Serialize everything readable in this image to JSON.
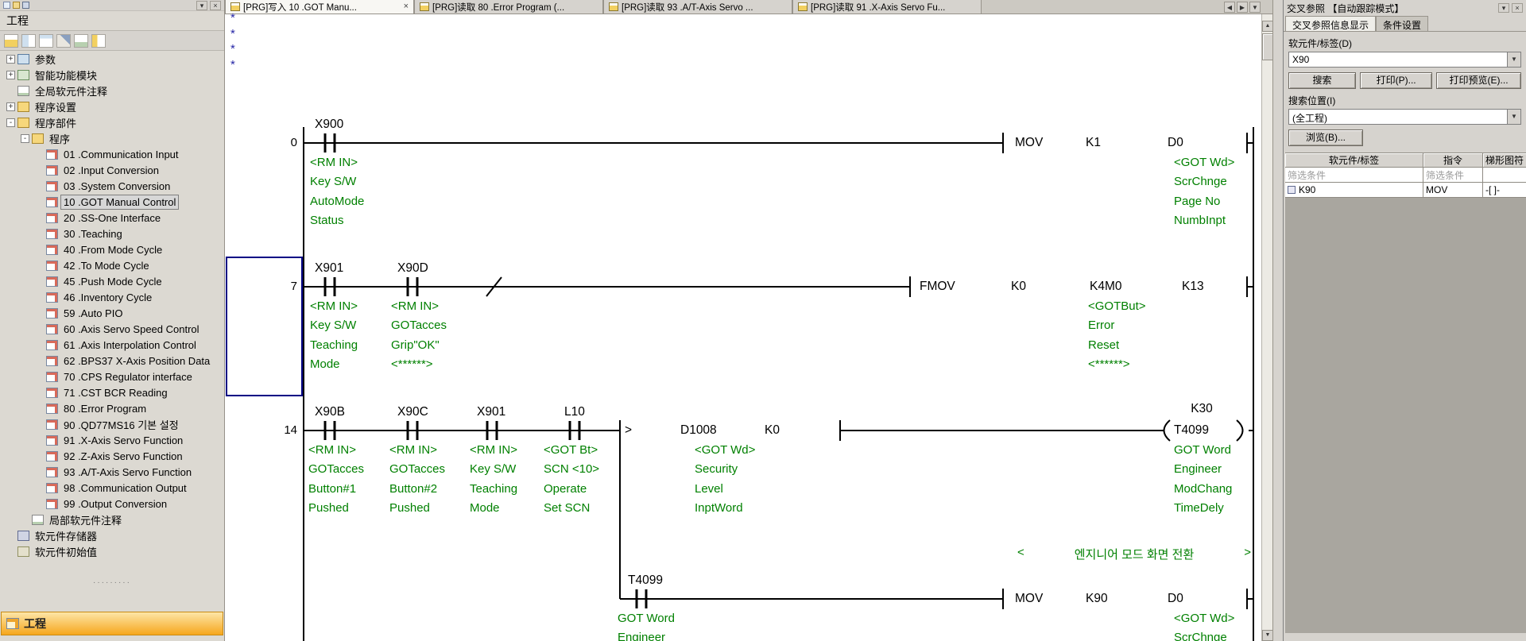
{
  "colors": {
    "comment_green": "#008000",
    "selection_blue": "#000084",
    "accent_orange": "#f6a71d"
  },
  "icons": {
    "close": "×",
    "pin": "▾",
    "dropdown": "▼",
    "scroll_up": "▲",
    "scroll_down": "▼",
    "tab_prev": "◀",
    "tab_next": "▶",
    "tab_menu": "▼"
  },
  "window": {
    "left_panel_title": "工程",
    "left_panel_bottom_button": "工程"
  },
  "left_tree": {
    "items": [
      {
        "label": "参数",
        "level": 0,
        "expand": "+",
        "icon": "param"
      },
      {
        "label": "智能功能模块",
        "level": 0,
        "expand": "+",
        "icon": "module"
      },
      {
        "label": "全局软元件注释",
        "level": 0,
        "expand": "",
        "icon": "comment"
      },
      {
        "label": "程序设置",
        "level": 0,
        "expand": "+",
        "icon": "setting"
      },
      {
        "label": "程序部件",
        "level": 0,
        "expand": "-",
        "icon": "parts"
      },
      {
        "label": "程序",
        "level": 1,
        "expand": "-",
        "icon": "folder"
      },
      {
        "label": "01 .Communication Input",
        "level": 2,
        "expand": "",
        "icon": "prg"
      },
      {
        "label": "02 .Input Conversion",
        "level": 2,
        "expand": "",
        "icon": "prg"
      },
      {
        "label": "03 .System Conversion",
        "level": 2,
        "expand": "",
        "icon": "prg"
      },
      {
        "label": "10 .GOT Manual Control",
        "level": 2,
        "expand": "",
        "icon": "prg",
        "selected": true
      },
      {
        "label": "20 .SS-One Interface",
        "level": 2,
        "expand": "",
        "icon": "prg"
      },
      {
        "label": "30 .Teaching",
        "level": 2,
        "expand": "",
        "icon": "prg"
      },
      {
        "label": "40 .From Mode Cycle",
        "level": 2,
        "expand": "",
        "icon": "prg"
      },
      {
        "label": "42 .To Mode Cycle",
        "level": 2,
        "expand": "",
        "icon": "prg"
      },
      {
        "label": "45 .Push Mode Cycle",
        "level": 2,
        "expand": "",
        "icon": "prg"
      },
      {
        "label": "46 .Inventory Cycle",
        "level": 2,
        "expand": "",
        "icon": "prg"
      },
      {
        "label": "59 .Auto PIO",
        "level": 2,
        "expand": "",
        "icon": "prg"
      },
      {
        "label": "60 .Axis Servo Speed Control",
        "level": 2,
        "expand": "",
        "icon": "prg"
      },
      {
        "label": "61 .Axis Interpolation Control",
        "level": 2,
        "expand": "",
        "icon": "prg"
      },
      {
        "label": "62 .BPS37 X-Axis Position Data",
        "level": 2,
        "expand": "",
        "icon": "prg"
      },
      {
        "label": "70 .CPS Regulator interface",
        "level": 2,
        "expand": "",
        "icon": "prg"
      },
      {
        "label": "71 .CST BCR Reading",
        "level": 2,
        "expand": "",
        "icon": "prg"
      },
      {
        "label": "80 .Error Program",
        "level": 2,
        "expand": "",
        "icon": "prg"
      },
      {
        "label": "90 .QD77MS16 기본 설정",
        "level": 2,
        "expand": "",
        "icon": "prg"
      },
      {
        "label": "91 .X-Axis Servo Function",
        "level": 2,
        "expand": "",
        "icon": "prg"
      },
      {
        "label": "92 .Z-Axis Servo Function",
        "level": 2,
        "expand": "",
        "icon": "prg"
      },
      {
        "label": "93 .A/T-Axis Servo Function",
        "level": 2,
        "expand": "",
        "icon": "prg"
      },
      {
        "label": "98 .Communication Output",
        "level": 2,
        "expand": "",
        "icon": "prg"
      },
      {
        "label": "99 .Output Conversion",
        "level": 2,
        "expand": "",
        "icon": "prg"
      },
      {
        "label": "局部软元件注释",
        "level": 1,
        "expand": "",
        "icon": "comment"
      },
      {
        "label": "软元件存储器",
        "level": 0,
        "expand": "",
        "icon": "memory"
      },
      {
        "label": "软元件初始值",
        "level": 0,
        "expand": "",
        "icon": "init"
      }
    ]
  },
  "editor_tabs": [
    {
      "label": "[PRG]写入 10 .GOT Manu...",
      "active": true,
      "closable": true
    },
    {
      "label": "[PRG]读取 80 .Error Program (...",
      "active": false
    },
    {
      "label": "[PRG]读取 93 .A/T-Axis Servo ...",
      "active": false
    },
    {
      "label": "[PRG]读取 91 .X-Axis Servo Fu...",
      "active": false
    }
  ],
  "ladder": {
    "statements": [
      "*",
      "*",
      "*",
      "*"
    ],
    "r0": {
      "number": "0",
      "c1": "X900",
      "c1_cmt": "<RM IN>\nKey S/W\nAutoMode\nStatus",
      "mnemonic": "MOV",
      "op1": "K1",
      "op2": "D0",
      "dest_cmt": "<GOT Wd>\nScrChnge\nPage No\nNumbInpt"
    },
    "r7": {
      "number": "7",
      "c1": "X901",
      "c2": "X90D",
      "c1_cmt": "<RM IN>\nKey S/W\nTeaching\nMode",
      "c2_cmt": "<RM IN>\nGOTacces\nGrip\"OK\"\n<******>",
      "mnemonic": "FMOV",
      "op1": "K0",
      "op2": "K4M0",
      "op3": "K13",
      "dest_cmt": "<GOTBut>\nError\nReset\n<******>"
    },
    "r14": {
      "number": "14",
      "c1": "X90B",
      "c2": "X90C",
      "c3": "X901",
      "c4": "L10",
      "c1_cmt": "<RM IN>\nGOTacces\nButton#1\nPushed",
      "c2_cmt": "<RM IN>\nGOTacces\nButton#2\nPushed",
      "c3_cmt": "<RM IN>\nKey S/W\nTeaching\nMode",
      "c4_cmt": "<GOT Bt>\nSCN <10>\nOperate\nSet SCN",
      "cmp_op": ">",
      "cmp_l": "D1008",
      "cmp_r": "K0",
      "cmp_cmt": "<GOT Wd>\nSecurity\nLevel\nInptWord",
      "coil_val": "K30",
      "coil_dev": "T4099",
      "coil_cmt": "GOT Word\nEngineer\nModChang\nTimeDely",
      "note_open": "<",
      "note_text": "엔지니어 모드 화면 전환",
      "note_close": ">"
    },
    "r14b": {
      "c1": "T4099",
      "c1_cmt": "GOT Word\nEngineer",
      "mnemonic": "MOV",
      "op1": "K90",
      "op2": "D0",
      "dest_cmt": "<GOT Wd>\nScrChnge"
    }
  },
  "cross_ref": {
    "title": "交叉参照 【自动跟踪模式】",
    "tabs": [
      "交叉参照信息显示",
      "条件设置"
    ],
    "device_label": "软元件/标签(D)",
    "device_value": "X90",
    "search_button": "搜索",
    "print_button": "打印(P)...",
    "print_preview_button": "打印预览(E)...",
    "scope_label": "搜索位置(I)",
    "scope_value": "(全工程)",
    "browse_button": "浏览(B)...",
    "table": {
      "headers": [
        "软元件/标签",
        "指令",
        "梯形图符"
      ],
      "filter_row": [
        "筛选条件",
        "筛选条件"
      ],
      "rows": [
        {
          "device": "K90",
          "instruction": "MOV",
          "symbol": "-[ ]-"
        }
      ]
    }
  }
}
